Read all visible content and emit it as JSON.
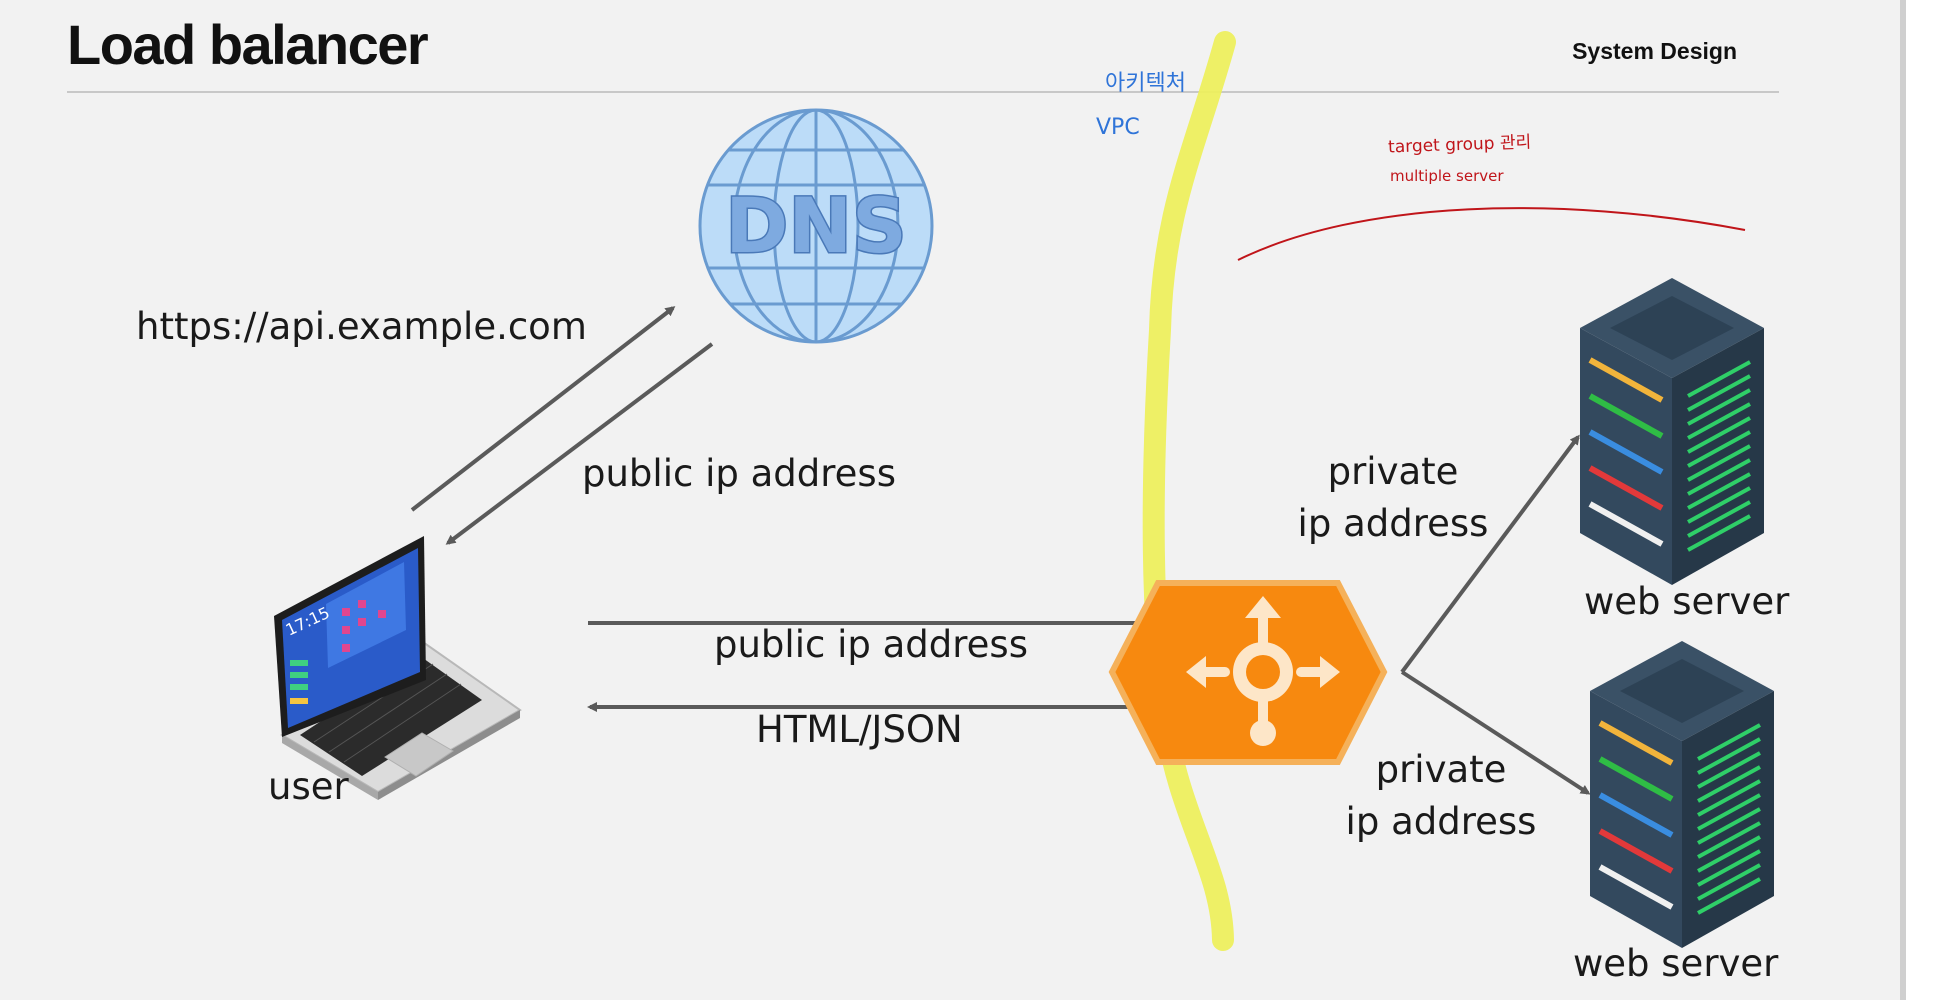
{
  "slide": {
    "title": "Load balancer",
    "course": "System Design"
  },
  "labels": {
    "dns_request": "https://api.example.com",
    "dns_response": "public ip address",
    "request": "public ip address",
    "response": "HTML/JSON",
    "user": "user",
    "private_ip_top_line1": "private",
    "private_ip_top_line2": "ip address",
    "private_ip_bottom_line1": "private",
    "private_ip_bottom_line2": "ip address",
    "web_server_top": "web server",
    "web_server_bottom": "web server",
    "dns_logo_text": "DNS",
    "laptop_clock": "17:15"
  },
  "handwriting": {
    "availability_zone_note": "아키텍처",
    "vpc_note": "VPC",
    "target_group_note": "target group 관리",
    "multiple_server_note": "multiple server"
  },
  "colors": {
    "arrow": "#5a5a5a",
    "highlighter": "#eef05a",
    "handwriting_blue": "#2f74d8",
    "handwriting_red": "#c0151a",
    "load_balancer": "#f7890f",
    "dns_globe": "#bcdcf8",
    "server_body": "#2f4356"
  },
  "icons": {
    "dns": "dns-globe-icon",
    "laptop": "laptop-icon",
    "load_balancer": "load-balancer-icon",
    "server": "server-rack-icon"
  }
}
